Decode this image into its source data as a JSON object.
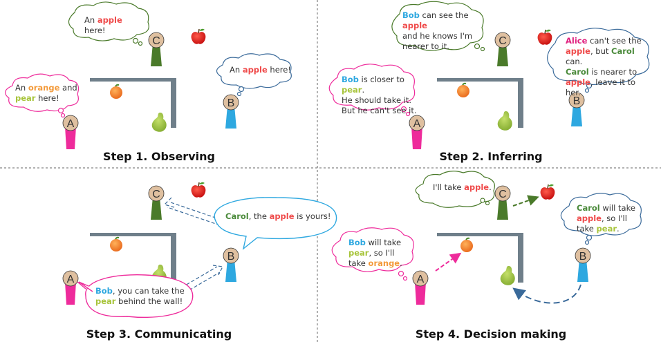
{
  "agents": {
    "a": "A",
    "b": "B",
    "c": "C"
  },
  "steps": {
    "s1": "Step 1. Observing",
    "s2": "Step 2. Inferring",
    "s3": "Step 3. Communicating",
    "s4": "Step 4. Decision making"
  },
  "p1": {
    "c": [
      "An ",
      "apple",
      " here!"
    ],
    "b": [
      "An ",
      "apple",
      " here!"
    ],
    "a": [
      "An ",
      "orange",
      " and",
      "pear",
      " here!"
    ]
  },
  "p2": {
    "c": [
      "Bob",
      " can see the ",
      "apple",
      "and he knows I'm",
      "nearer to it."
    ],
    "b": [
      "Alice",
      " can't see the",
      "apple",
      ", but ",
      "Carol",
      " can.",
      "Carol",
      " is nearer to",
      "apple",
      ", leave it to her."
    ],
    "a": [
      "Bob",
      " is closer to ",
      "pear",
      ".",
      "He should take it.",
      "But he can't see it."
    ]
  },
  "p3": {
    "b": [
      "Carol",
      ", the ",
      "apple",
      " is yours!"
    ],
    "a": [
      "Bob",
      ", you can take the",
      "pear",
      " behind the wall!"
    ]
  },
  "p4": {
    "c": [
      "I'll take ",
      "apple",
      "."
    ],
    "b": [
      "Carol",
      " will take",
      "apple",
      ", so I'll",
      "take ",
      "pear",
      "."
    ],
    "a": [
      "Bob",
      " will take",
      "pear",
      ", so I'll",
      "take ",
      "orange",
      "."
    ]
  },
  "colors": {
    "agent_a": "#ee2b9b",
    "agent_b": "#2ea8e0",
    "agent_c": "#4a7a2a",
    "head": "#dfc0a0",
    "wall": "#6f7f8a"
  }
}
